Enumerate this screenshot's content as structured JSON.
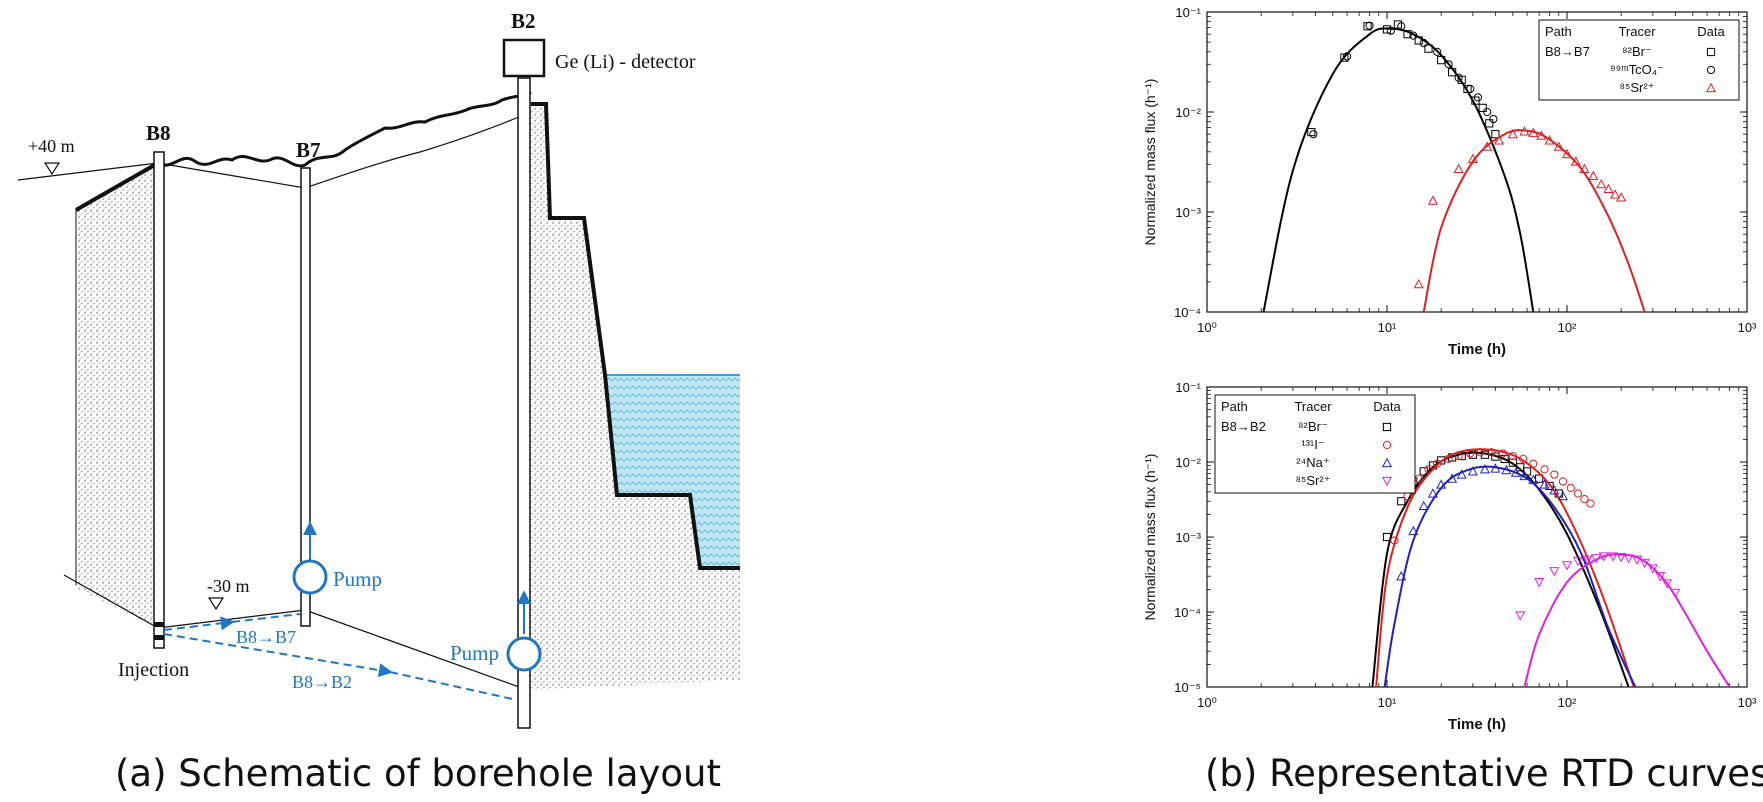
{
  "schematic": {
    "boreholes": {
      "b8": "B8",
      "b7": "B7",
      "b2": "B2"
    },
    "detector_label": "Ge (Li) - detector",
    "elev_top": "+40 m",
    "elev_bottom": "-30 m",
    "pump_label": "Pump",
    "injection_label": "Injection",
    "path_b8_b7": "B8→B7",
    "path_b8_b2": "B8→B2",
    "colors": {
      "flow": "#1f77c4",
      "water": "#bfe5f2",
      "water_line": "#3a9fd6"
    }
  },
  "captions": {
    "a": "(a) Schematic of borehole layout",
    "b": "(b) Representative RTD curves"
  },
  "chart_data": [
    {
      "type": "scatter",
      "xlabel": "Time (h)",
      "ylabel": "Normalized mass flux (h⁻¹)",
      "xscale": "log",
      "yscale": "log",
      "xlim": [
        1,
        1000
      ],
      "ylim": [
        0.0001,
        0.1
      ],
      "x_ticks": [
        "10⁰",
        "10¹",
        "10²",
        "10³"
      ],
      "y_ticks": [
        "10⁻⁴",
        "10⁻³",
        "10⁻²",
        "10⁻¹"
      ],
      "legend": {
        "position": "top-right",
        "headers": [
          "Path",
          "Tracer",
          "Data"
        ],
        "path": "B8→B7"
      },
      "series": [
        {
          "name": "⁸²Br⁻",
          "marker": "square",
          "color": "#000000",
          "points": [
            [
              3.8,
              0.0063
            ],
            [
              5.8,
              0.035
            ],
            [
              7.8,
              0.072
            ],
            [
              10,
              0.067
            ],
            [
              11.5,
              0.075
            ],
            [
              13,
              0.06
            ],
            [
              15,
              0.052
            ],
            [
              17,
              0.043
            ],
            [
              20,
              0.033
            ],
            [
              23,
              0.025
            ],
            [
              26,
              0.021
            ],
            [
              28,
              0.017
            ],
            [
              31,
              0.013
            ],
            [
              34,
              0.011
            ],
            [
              37,
              0.0077
            ],
            [
              40,
              0.006
            ]
          ],
          "fit": [
            [
              2.06,
              0.0001
            ],
            [
              3,
              0.0026
            ],
            [
              5,
              0.024
            ],
            [
              8,
              0.06
            ],
            [
              10.5,
              0.068
            ],
            [
              14,
              0.06
            ],
            [
              20,
              0.037
            ],
            [
              30,
              0.013
            ],
            [
              45,
              0.0023
            ],
            [
              55,
              0.0006
            ],
            [
              65,
              0.0001
            ]
          ]
        },
        {
          "name": "⁹⁹ᵐTcO₄⁻",
          "marker": "circle",
          "color": "#000000",
          "points": [
            [
              3.9,
              0.006
            ],
            [
              6,
              0.036
            ],
            [
              8,
              0.073
            ],
            [
              10.5,
              0.065
            ],
            [
              12,
              0.072
            ],
            [
              14,
              0.058
            ],
            [
              16,
              0.049
            ],
            [
              19,
              0.04
            ],
            [
              22,
              0.03
            ],
            [
              25,
              0.022
            ],
            [
              29,
              0.017
            ],
            [
              32,
              0.014
            ],
            [
              36,
              0.01
            ],
            [
              39,
              0.0085
            ]
          ]
        },
        {
          "name": "⁸⁵Sr²⁺",
          "marker": "triangle",
          "color": "#e02020",
          "points": [
            [
              15,
              0.00019
            ],
            [
              18,
              0.0013
            ],
            [
              25,
              0.0027
            ],
            [
              30,
              0.0034
            ],
            [
              36,
              0.0045
            ],
            [
              42,
              0.0052
            ],
            [
              50,
              0.006
            ],
            [
              58,
              0.0064
            ],
            [
              65,
              0.0062
            ],
            [
              72,
              0.0058
            ],
            [
              80,
              0.0052
            ],
            [
              90,
              0.0045
            ],
            [
              100,
              0.0038
            ],
            [
              112,
              0.0032
            ],
            [
              125,
              0.0027
            ],
            [
              140,
              0.0023
            ],
            [
              155,
              0.0019
            ],
            [
              170,
              0.0017
            ],
            [
              185,
              0.0015
            ],
            [
              200,
              0.0014
            ]
          ],
          "fit": [
            [
              16,
              0.0001
            ],
            [
              20,
              0.0007
            ],
            [
              30,
              0.0032
            ],
            [
              45,
              0.006
            ],
            [
              60,
              0.0065
            ],
            [
              80,
              0.0053
            ],
            [
              120,
              0.0027
            ],
            [
              170,
              0.0009
            ],
            [
              220,
              0.0003
            ],
            [
              270,
              0.0001
            ]
          ]
        }
      ]
    },
    {
      "type": "scatter",
      "xlabel": "Time (h)",
      "ylabel": "Normalized mass flux (h⁻¹)",
      "xscale": "log",
      "yscale": "log",
      "xlim": [
        1,
        1000
      ],
      "ylim": [
        1e-05,
        0.1
      ],
      "x_ticks": [
        "10⁰",
        "10¹",
        "10²",
        "10³"
      ],
      "y_ticks": [
        "10⁻⁵",
        "10⁻⁴",
        "10⁻³",
        "10⁻²",
        "10⁻¹"
      ],
      "legend": {
        "position": "top-left",
        "headers": [
          "Path",
          "Tracer",
          "Data"
        ],
        "path": "B8→B2"
      },
      "series": [
        {
          "name": "⁸²Br⁻",
          "marker": "square",
          "color": "#000000",
          "points": [
            [
              10,
              0.001
            ],
            [
              12,
              0.003
            ],
            [
              14,
              0.0055
            ],
            [
              16,
              0.0075
            ],
            [
              18,
              0.009
            ],
            [
              20,
              0.0105
            ],
            [
              23,
              0.0115
            ],
            [
              26,
              0.012
            ],
            [
              30,
              0.0125
            ],
            [
              35,
              0.0125
            ],
            [
              40,
              0.0118
            ],
            [
              45,
              0.011
            ],
            [
              50,
              0.0098
            ],
            [
              55,
              0.0085
            ],
            [
              60,
              0.0075
            ],
            [
              70,
              0.006
            ],
            [
              80,
              0.0048
            ],
            [
              90,
              0.0038
            ]
          ],
          "fit": [
            [
              8.3,
              1e-05
            ],
            [
              10,
              0.0006
            ],
            [
              13,
              0.003
            ],
            [
              18,
              0.0085
            ],
            [
              25,
              0.0125
            ],
            [
              35,
              0.013
            ],
            [
              50,
              0.0095
            ],
            [
              70,
              0.0043
            ],
            [
              100,
              0.0011
            ],
            [
              150,
              0.00012
            ],
            [
              220,
              1e-05
            ]
          ]
        },
        {
          "name": "¹³¹I⁻",
          "marker": "circle",
          "color": "#e02020",
          "points": [
            [
              11,
              0.0009
            ],
            [
              13,
              0.0035
            ],
            [
              15,
              0.006
            ],
            [
              17,
              0.008
            ],
            [
              19,
              0.0095
            ],
            [
              22,
              0.011
            ],
            [
              25,
              0.012
            ],
            [
              29,
              0.013
            ],
            [
              33,
              0.0135
            ],
            [
              38,
              0.0135
            ],
            [
              44,
              0.013
            ],
            [
              50,
              0.012
            ],
            [
              57,
              0.011
            ],
            [
              65,
              0.0095
            ],
            [
              75,
              0.008
            ],
            [
              85,
              0.0068
            ],
            [
              95,
              0.0055
            ],
            [
              105,
              0.0045
            ],
            [
              115,
              0.0038
            ],
            [
              125,
              0.0032
            ],
            [
              135,
              0.0028
            ]
          ],
          "fit": [
            [
              8.7,
              1e-05
            ],
            [
              10,
              0.0003
            ],
            [
              13,
              0.0025
            ],
            [
              18,
              0.008
            ],
            [
              25,
              0.0135
            ],
            [
              38,
              0.0145
            ],
            [
              55,
              0.011
            ],
            [
              80,
              0.005
            ],
            [
              110,
              0.0013
            ],
            [
              160,
              0.00015
            ],
            [
              235,
              1e-05
            ]
          ]
        },
        {
          "name": "²⁴Na⁺",
          "marker": "triangle",
          "color": "#2020c0",
          "points": [
            [
              12,
              0.0003
            ],
            [
              14,
              0.0012
            ],
            [
              16,
              0.0026
            ],
            [
              18,
              0.0038
            ],
            [
              20,
              0.005
            ],
            [
              23,
              0.006
            ],
            [
              26,
              0.0068
            ],
            [
              30,
              0.0075
            ],
            [
              35,
              0.008
            ],
            [
              40,
              0.0082
            ],
            [
              46,
              0.0078
            ],
            [
              52,
              0.0072
            ],
            [
              58,
              0.0065
            ],
            [
              65,
              0.0058
            ],
            [
              75,
              0.005
            ],
            [
              85,
              0.0042
            ],
            [
              95,
              0.0035
            ]
          ],
          "fit": [
            [
              9.7,
              1e-05
            ],
            [
              11,
              7e-05
            ],
            [
              14,
              0.0009
            ],
            [
              20,
              0.0045
            ],
            [
              28,
              0.0078
            ],
            [
              40,
              0.0085
            ],
            [
              60,
              0.006
            ],
            [
              85,
              0.0025
            ],
            [
              120,
              0.0006
            ],
            [
              170,
              6e-05
            ],
            [
              240,
              1e-05
            ]
          ]
        },
        {
          "name": "⁸⁵Sr²⁺",
          "marker": "triangle-down",
          "color": "#e020e0",
          "points": [
            [
              55,
              9e-05
            ],
            [
              70,
              0.00025
            ],
            [
              85,
              0.00035
            ],
            [
              100,
              0.00042
            ],
            [
              115,
              0.00048
            ],
            [
              130,
              0.0005
            ],
            [
              145,
              0.00052
            ],
            [
              160,
              0.00055
            ],
            [
              180,
              0.00055
            ],
            [
              200,
              0.00054
            ],
            [
              220,
              0.00052
            ],
            [
              245,
              0.0005
            ],
            [
              270,
              0.00045
            ],
            [
              300,
              0.00038
            ],
            [
              330,
              0.0003
            ],
            [
              360,
              0.00024
            ],
            [
              400,
              0.00018
            ]
          ],
          "fit": [
            [
              58,
              1e-05
            ],
            [
              70,
              5e-05
            ],
            [
              100,
              0.00025
            ],
            [
              150,
              0.00052
            ],
            [
              200,
              0.00058
            ],
            [
              260,
              0.0005
            ],
            [
              350,
              0.00026
            ],
            [
              450,
              0.0001
            ],
            [
              600,
              3e-05
            ],
            [
              800,
              1e-05
            ]
          ]
        }
      ]
    }
  ]
}
